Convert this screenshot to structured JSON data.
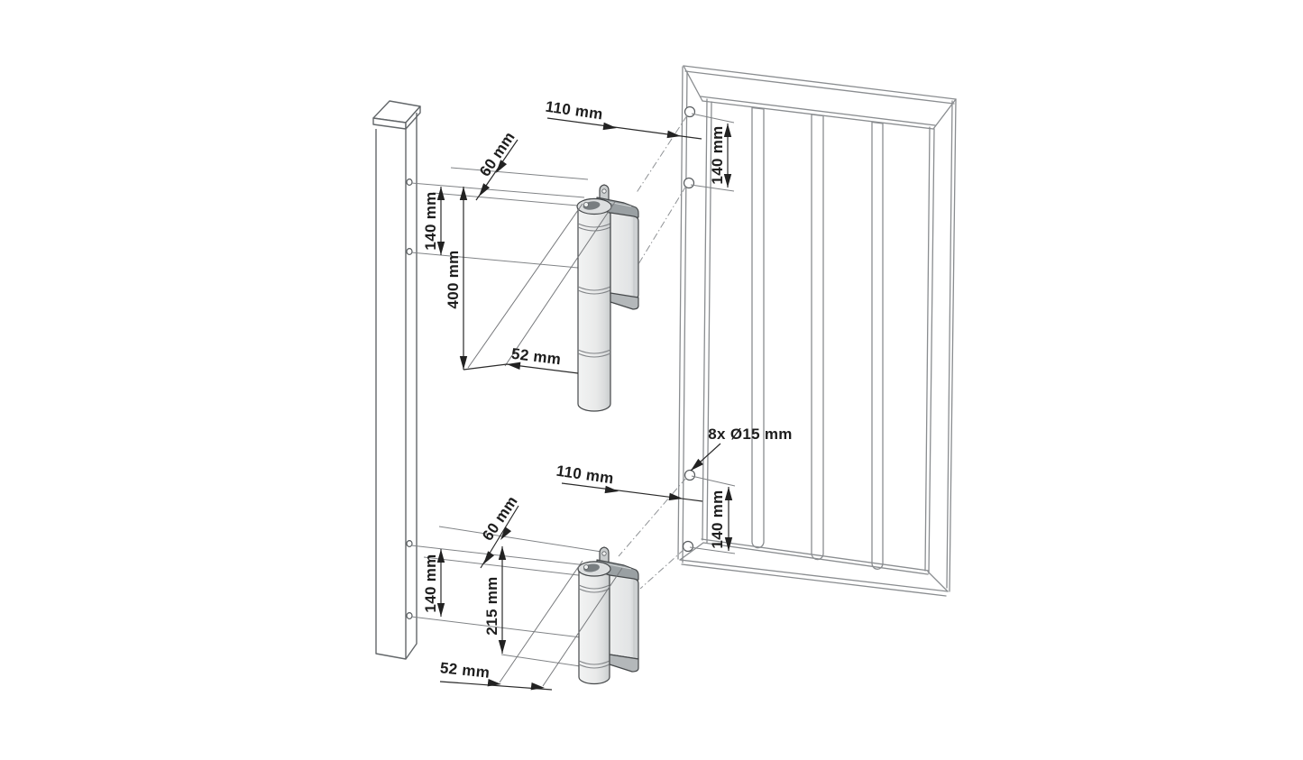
{
  "page": {
    "background": "#ffffff"
  },
  "diagram": {
    "subject": "gate-hinge-installation-drawing",
    "colors": {
      "structure_line": "#8a8d90",
      "dimension_line": "#2a2a2a",
      "hinge_body_light": "#ededee",
      "hinge_metal_dark": "#9aa0a3",
      "label_text": "#1d1d1d"
    },
    "dimensions": {
      "top_hinge": {
        "offset": "110 mm",
        "depth": "60 mm",
        "gate_hole_spacing": "140 mm",
        "post_hole_spacing": "140 mm",
        "length": "400 mm",
        "axis": "52 mm"
      },
      "bottom_hinge": {
        "offset": "110 mm",
        "depth": "60 mm",
        "gate_hole_spacing": "140 mm",
        "post_hole_spacing": "140 mm",
        "length": "215 mm",
        "axis": "52 mm"
      },
      "drill_note": "8x Ø15 mm"
    }
  }
}
